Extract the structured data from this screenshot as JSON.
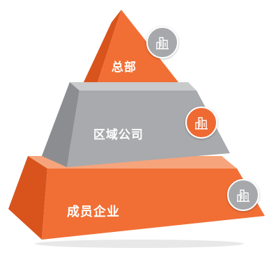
{
  "pyramid": {
    "tiers": [
      {
        "label": "总部",
        "badge_color": "#a7a8ab",
        "icon": "buildings-icon"
      },
      {
        "label": "区域公司",
        "badge_color": "#ef6a32",
        "icon": "buildings-icon"
      },
      {
        "label": "成员企业",
        "badge_color": "#a7a8ab",
        "icon": "buildings-icon"
      }
    ],
    "colors": {
      "orange_front": "#f16f35",
      "orange_side": "#d9541d",
      "orange_top": "#f6a47b",
      "gray_front": "#a9aaad",
      "gray_side": "#8c8d90",
      "gray_top": "#c9cacc"
    }
  }
}
